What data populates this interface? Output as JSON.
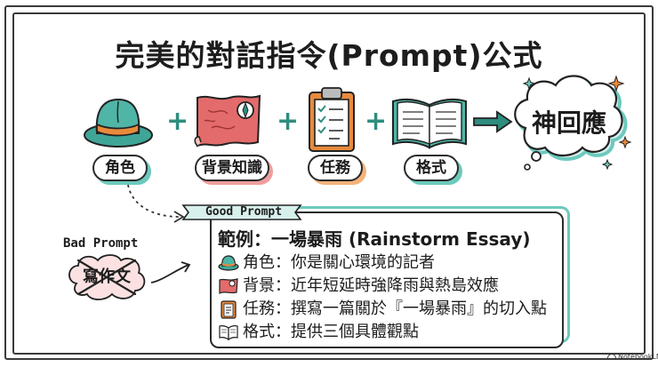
{
  "title": "完美的對話指令(Prompt)公式",
  "components": [
    {
      "label": "角色",
      "icon": "hat-icon"
    },
    {
      "label": "背景知識",
      "icon": "map-icon"
    },
    {
      "label": "任務",
      "icon": "clipboard-icon"
    },
    {
      "label": "格式",
      "icon": "book-icon"
    }
  ],
  "plus": "+",
  "result": {
    "label": "神回應",
    "icon": "thought-cloud-icon"
  },
  "good_prompt": {
    "banner": "Good Prompt",
    "example_title": "範例：一場暴雨 (Rainstorm Essay)",
    "rows": [
      {
        "icon": "hat-icon",
        "text": "角色：你是關心環境的記者"
      },
      {
        "icon": "map-icon",
        "text": "背景：近年短延時強降雨與熱島效應"
      },
      {
        "icon": "clipboard-icon",
        "text": "任務：撰寫一篇關於『一場暴雨』的切入點"
      },
      {
        "icon": "book-icon",
        "text": "格式：提供三個具體觀點"
      }
    ]
  },
  "bad_prompt": {
    "label": "Bad Prompt",
    "text": "寫作文"
  },
  "brand": "NotebookLM",
  "colors": {
    "teal": "#2e8d7f",
    "teal_light": "#6cc9bd",
    "pink": "#ef9e9e",
    "orange": "#e88a3c",
    "map_red": "#e36b6b"
  }
}
